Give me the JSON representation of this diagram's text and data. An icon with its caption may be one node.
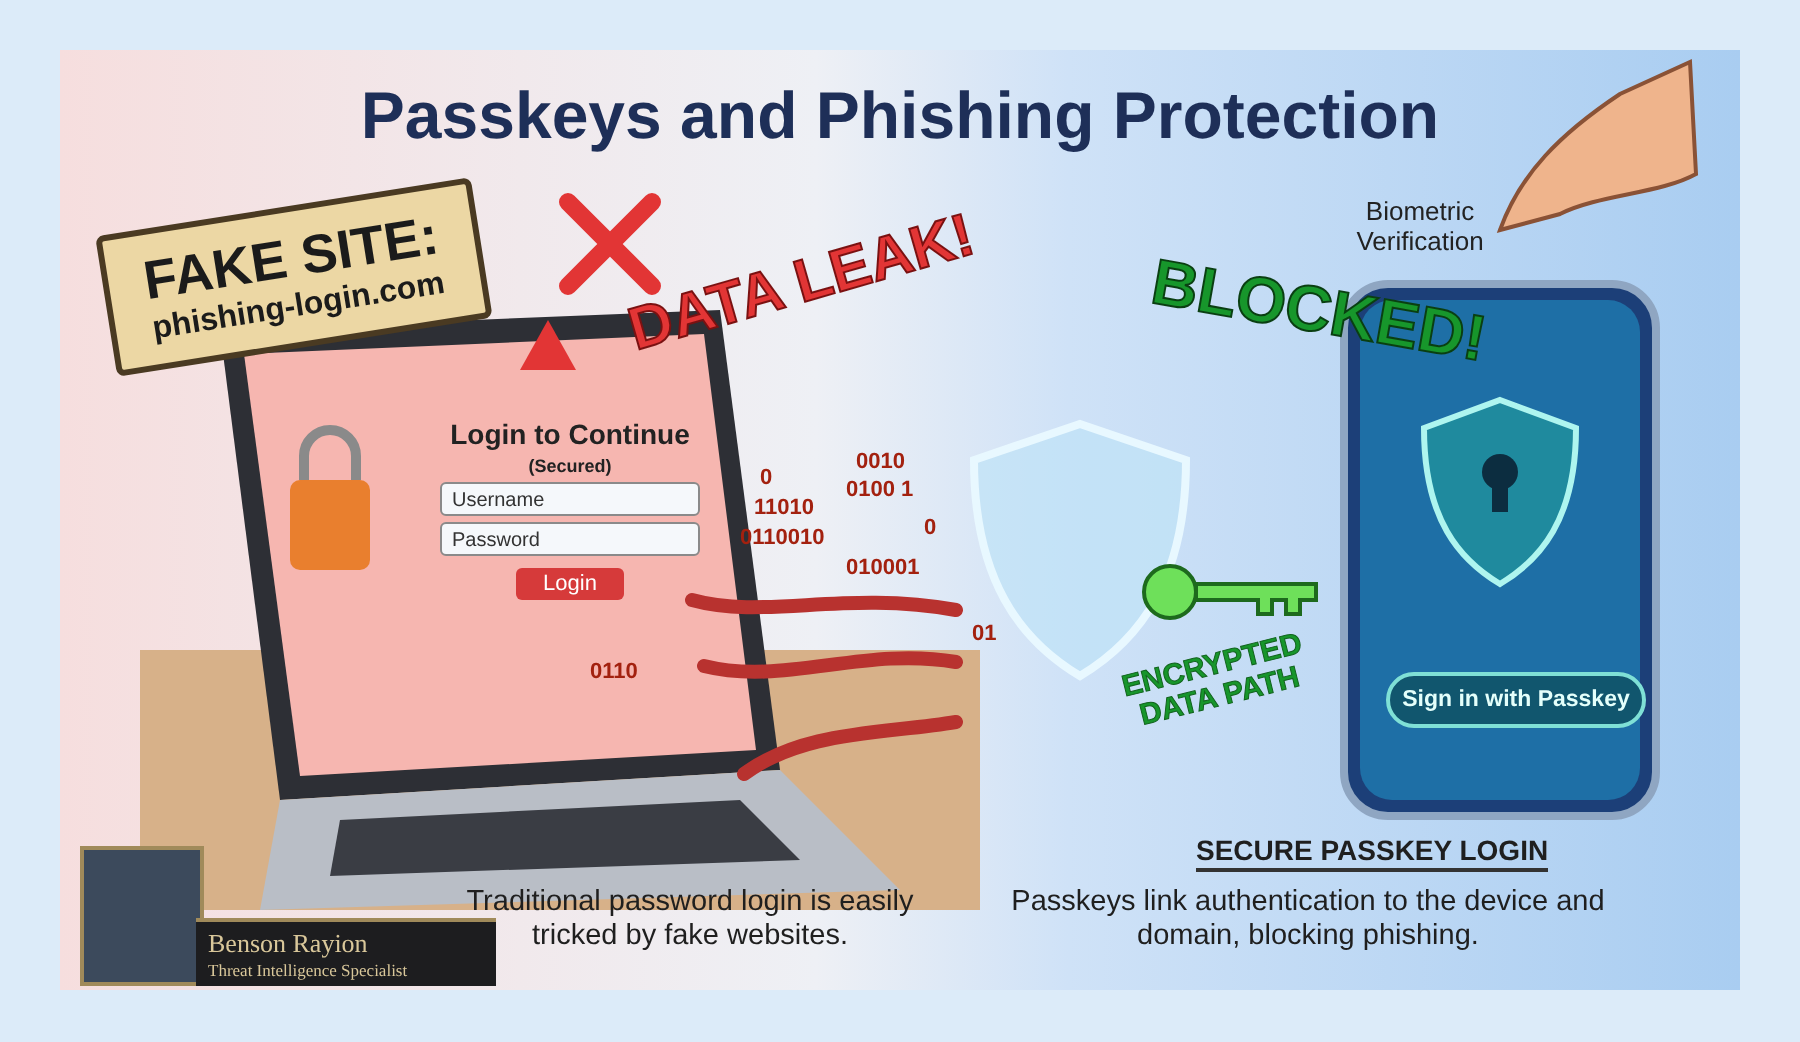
{
  "diagram": {
    "title": "Passkeys and Phishing Protection",
    "nodes": [
      {
        "text": [
          "FAKE SITE:",
          "phishing-login.com"
        ]
      },
      {
        "text": [
          "Login to Continue",
          "(Secured)",
          "Username",
          "Password",
          "Login"
        ]
      },
      {
        "text": [
          "Sign in with Passkey"
        ]
      }
    ],
    "labels": [
      "DATA LEAK!",
      "0110",
      "0010",
      "0100 1",
      "0",
      "11010",
      "0110010",
      "010001",
      "0",
      "01",
      "BLOCKED!",
      "ENCRYPTED DATA PATH",
      "Biometric Verification",
      "Traditional password login is easily tricked by fake websites.",
      "SECURE PASSKEY LOGIN",
      "Passkeys link authentication to the device and domain, blocking phishing.",
      "Benson Rayion",
      "Threat Intelligence Specialist"
    ]
  }
}
